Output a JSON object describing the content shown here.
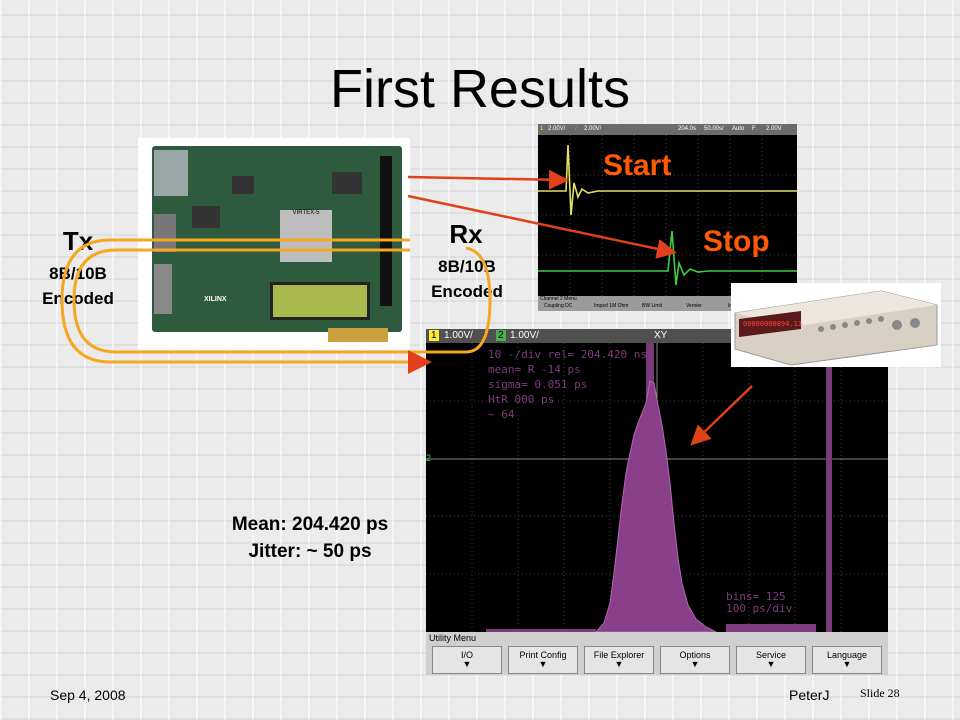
{
  "slide": {
    "title": "First Results",
    "tx": {
      "label": "Tx",
      "line1": "8B/10B",
      "line2": "Encoded"
    },
    "rx": {
      "label": "Rx",
      "line1": "8B/10B",
      "line2": "Encoded"
    },
    "start_label": "Start",
    "stop_label": "Stop",
    "mean": "Mean: 204.420 ps",
    "jitter": "Jitter: ~ 50 ps"
  },
  "board": {
    "chip_text": "VIRTEX-5",
    "logo_text": "XILINX"
  },
  "scope1": {
    "header": [
      "1",
      "2.00V/",
      "2",
      "2.00V/",
      "204.0s",
      "50.00s/",
      "Auto",
      "F",
      "2.00V"
    ],
    "footer_title": "Channel 2 Menu",
    "footer_items": [
      "Coupling DC",
      "Imped 1M Ohm",
      "BW Limit",
      "Vernier",
      "Inv"
    ]
  },
  "scope2": {
    "header_ch": "1",
    "header_left": "1.00V/",
    "header_ch2": "2",
    "header_mid": "1.00V/",
    "header_mode": "XY",
    "overlay_lines": [
      "10 -/div  rel= 204.420  ns",
      "mean= R -14  ps",
      "sigma= 0.051  ps",
      "HtR 000  ps",
      "    ~       64"
    ],
    "bins": "bins= 125",
    "psdiv": "100 ps/div",
    "marker": "2",
    "menu_title": "Utility Menu",
    "menu_buttons": [
      "I/O",
      "Print Config",
      "File Explorer",
      "Options",
      "Service",
      "Language"
    ]
  },
  "counter": {
    "display": "00000000894.13"
  },
  "footer": {
    "date": "Sep 4, 2008",
    "author": "PeterJ",
    "slide_label": "Slide",
    "slide_number": "28"
  },
  "colors": {
    "arrow": "#e0401a",
    "loop": "#f5a623",
    "yellow_trace": "#e6e066",
    "green_trace": "#3fce3f",
    "hist": "#9a4a9a",
    "accent_text": "#ff5a00"
  }
}
